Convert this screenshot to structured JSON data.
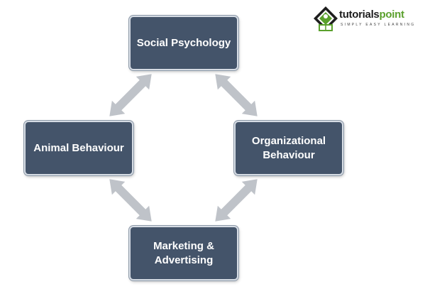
{
  "diagram": {
    "nodes": {
      "top": "Social Psychology",
      "left": "Animal Behaviour",
      "right_line1": "Organizational",
      "right_line2": "Behaviour",
      "bottom_line1": "Marketing &",
      "bottom_line2": "Advertising"
    }
  },
  "logo": {
    "wordmark_prefix": "tutorials",
    "wordmark_suffix": "point",
    "tagline": "SIMPLY EASY LEARNING"
  },
  "colors": {
    "node_fill": "#44546a",
    "node_text": "#ffffff",
    "arrow": "#bfc3c9",
    "logo_green": "#5aa02c",
    "logo_dark": "#1e1e1e"
  },
  "icons": {
    "logo_mark": "tutorialspoint-logo-icon",
    "arrow": "double-headed-arrow-icon"
  }
}
